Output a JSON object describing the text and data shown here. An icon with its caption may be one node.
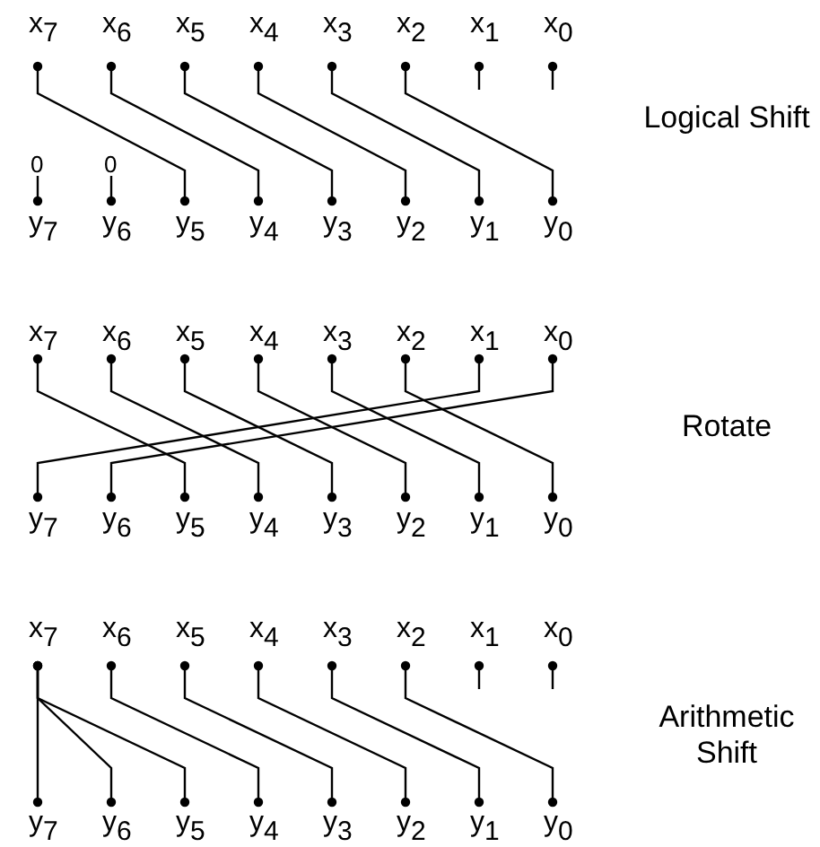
{
  "diagram": {
    "nodes": [
      {
        "text": [
          "x$_{7}$"
        ]
      },
      {
        "text": [
          "x$_{6}$"
        ]
      },
      {
        "text": [
          "x$_{5}$"
        ]
      },
      {
        "text": [
          "x$_{4}$"
        ]
      },
      {
        "text": [
          "x$_{3}$"
        ]
      },
      {
        "text": [
          "x$_{2}$"
        ]
      },
      {
        "text": [
          "x$_{1}$"
        ]
      },
      {
        "text": [
          "x$_{0}$"
        ]
      },
      {
        "text": [
          "0"
        ]
      },
      {
        "text": [
          "0"
        ]
      },
      {
        "text": [
          "y$_{7}$"
        ]
      },
      {
        "text": [
          "y$_{6}$"
        ]
      },
      {
        "text": [
          "y$_{5}$"
        ]
      },
      {
        "text": [
          "y$_{4}$"
        ]
      },
      {
        "text": [
          "y$_{3}$"
        ]
      },
      {
        "text": [
          "y$_{2}$"
        ]
      },
      {
        "text": [
          "y$_{1}$"
        ]
      },
      {
        "text": [
          "y$_{0}$"
        ]
      },
      {
        "text": [
          "x$_{7}$"
        ]
      },
      {
        "text": [
          "x$_{6}$"
        ]
      },
      {
        "text": [
          "x$_{5}$"
        ]
      },
      {
        "text": [
          "x$_{4}$"
        ]
      },
      {
        "text": [
          "x$_{3}$"
        ]
      },
      {
        "text": [
          "x$_{2}$"
        ]
      },
      {
        "text": [
          "x$_{1}$"
        ]
      },
      {
        "text": [
          "x$_{0}$"
        ]
      },
      {
        "text": [
          "y$_{7}$"
        ]
      },
      {
        "text": [
          "y$_{6}$"
        ]
      },
      {
        "text": [
          "y$_{5}$"
        ]
      },
      {
        "text": [
          "y$_{4}$"
        ]
      },
      {
        "text": [
          "y$_{3}$"
        ]
      },
      {
        "text": [
          "y$_{2}$"
        ]
      },
      {
        "text": [
          "y$_{1}$"
        ]
      },
      {
        "text": [
          "y$_{0}$"
        ]
      },
      {
        "text": [
          "x$_{7}$"
        ]
      },
      {
        "text": [
          "x$_{6}$"
        ]
      },
      {
        "text": [
          "x$_{5}$"
        ]
      },
      {
        "text": [
          "x$_{4}$"
        ]
      },
      {
        "text": [
          "x$_{3}$"
        ]
      },
      {
        "text": [
          "x$_{2}$"
        ]
      },
      {
        "text": [
          "x$_{1}$"
        ]
      },
      {
        "text": [
          "x$_{0}$"
        ]
      },
      {
        "text": [
          "y$_{7}$"
        ]
      },
      {
        "text": [
          "y$_{6}$"
        ]
      },
      {
        "text": [
          "y$_{5}$"
        ]
      },
      {
        "text": [
          "y$_{4}$"
        ]
      },
      {
        "text": [
          "y$_{3}$"
        ]
      },
      {
        "text": [
          "y$_{2}$"
        ]
      },
      {
        "text": [
          "y$_{1}$"
        ]
      },
      {
        "text": [
          "y$_{0}$"
        ]
      }
    ],
    "edges": [
      {
        "from": 0,
        "to": 12,
        "arrow": "other"
      },
      {
        "from": 1,
        "to": 13,
        "arrow": "other"
      },
      {
        "from": 2,
        "to": 14,
        "arrow": "other"
      },
      {
        "from": 3,
        "to": 15,
        "arrow": "other"
      },
      {
        "from": 4,
        "to": 16,
        "arrow": "other"
      },
      {
        "from": 5,
        "to": 17,
        "arrow": "other"
      },
      {
        "from": 8,
        "to": 10,
        "arrow": "other"
      },
      {
        "from": 9,
        "to": 11,
        "arrow": "other"
      },
      {
        "from": 18,
        "to": 28,
        "arrow": "other"
      },
      {
        "from": 19,
        "to": 29,
        "arrow": "other"
      },
      {
        "from": 20,
        "to": 30,
        "arrow": "other"
      },
      {
        "from": 21,
        "to": 31,
        "arrow": "other"
      },
      {
        "from": 22,
        "to": 32,
        "arrow": "other"
      },
      {
        "from": 23,
        "to": 33,
        "arrow": "other"
      },
      {
        "from": 24,
        "to": 26,
        "arrow": "other"
      },
      {
        "from": 25,
        "to": 27,
        "arrow": "other"
      },
      {
        "from": 34,
        "to": 42,
        "arrow": "other"
      },
      {
        "from": 34,
        "to": 43,
        "arrow": "other"
      },
      {
        "from": 34,
        "to": 44,
        "arrow": "other"
      },
      {
        "from": 35,
        "to": 45,
        "arrow": "other"
      },
      {
        "from": 36,
        "to": 46,
        "arrow": "other"
      },
      {
        "from": 37,
        "to": 47,
        "arrow": "other"
      },
      {
        "from": 38,
        "to": 48,
        "arrow": "other"
      },
      {
        "from": 39,
        "to": 49,
        "arrow": "other"
      }
    ],
    "labels": [
      "Logical Shift",
      "Rotate",
      "Arithmetic Shift"
    ]
  }
}
